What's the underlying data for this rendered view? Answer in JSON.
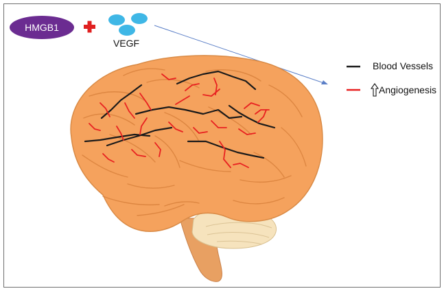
{
  "factors": {
    "hmgb1": "HMGB1",
    "plus": "+",
    "vegf": "VEGF"
  },
  "legend": {
    "vessels": {
      "label": "Blood Vessels",
      "color": "#1a1a1a"
    },
    "angiogenesis": {
      "label": "Angiogenesis",
      "color": "#e82020",
      "prefix_icon": "up-outline-arrow-icon"
    }
  },
  "colors": {
    "hmgb1_fill": "#6b2c91",
    "vegf_fill": "#3fb7e6",
    "plus": "#e02020",
    "brain": "#f5a25d",
    "brain_dark": "#d9823d",
    "cerebellum": "#f6e3bd",
    "stem": "#e8a062",
    "arrow": "#5b7fc7"
  }
}
